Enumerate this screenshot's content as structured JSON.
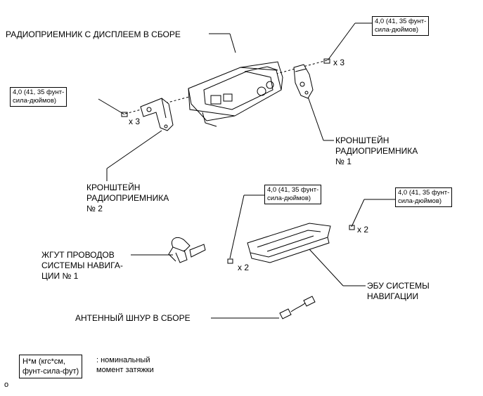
{
  "labels": {
    "radio_assembly": "РАДИОПРИЕМНИК С ДИСПЛЕЕМ В СБОРЕ",
    "bracket1": [
      "КРОНШТЕЙН",
      "РАДИОПРИЕМНИКА",
      "№ 1"
    ],
    "bracket2": [
      "КРОНШТЕЙН",
      "РАДИОПРИЕМНИКА",
      "№ 2"
    ],
    "wire_harness": [
      "ЖГУТ ПРОВОДОВ",
      "СИСТЕМЫ НАВИГА-",
      "ЦИИ № 1"
    ],
    "ecu": [
      "ЭБУ СИСТЕМЫ",
      "НАВИГАЦИИ"
    ],
    "antenna": "АНТЕННЫЙ ШНУР В СБОРЕ"
  },
  "torque": {
    "top_right": [
      "4,0 (41, 35 фунт-",
      "сила-дюймов)"
    ],
    "left": [
      "4,0 (41, 35 фунт-",
      "сила-дюймов)"
    ],
    "mid": [
      "4,0 (41, 35 фунт-",
      "сила-дюймов)"
    ],
    "right": [
      "4,0 (41, 35 фунт-",
      "сила-дюймов)"
    ]
  },
  "multipliers": {
    "top_right": "x 3",
    "left": "x 3",
    "ecu_right": "x 2",
    "ecu_left": "x 2"
  },
  "legend": {
    "box": [
      "Н*м (кгс*см,",
      "фунт-сила-фут)"
    ],
    "text": [
      ": номинальный",
      "момент затяжки"
    ]
  },
  "note": "o"
}
